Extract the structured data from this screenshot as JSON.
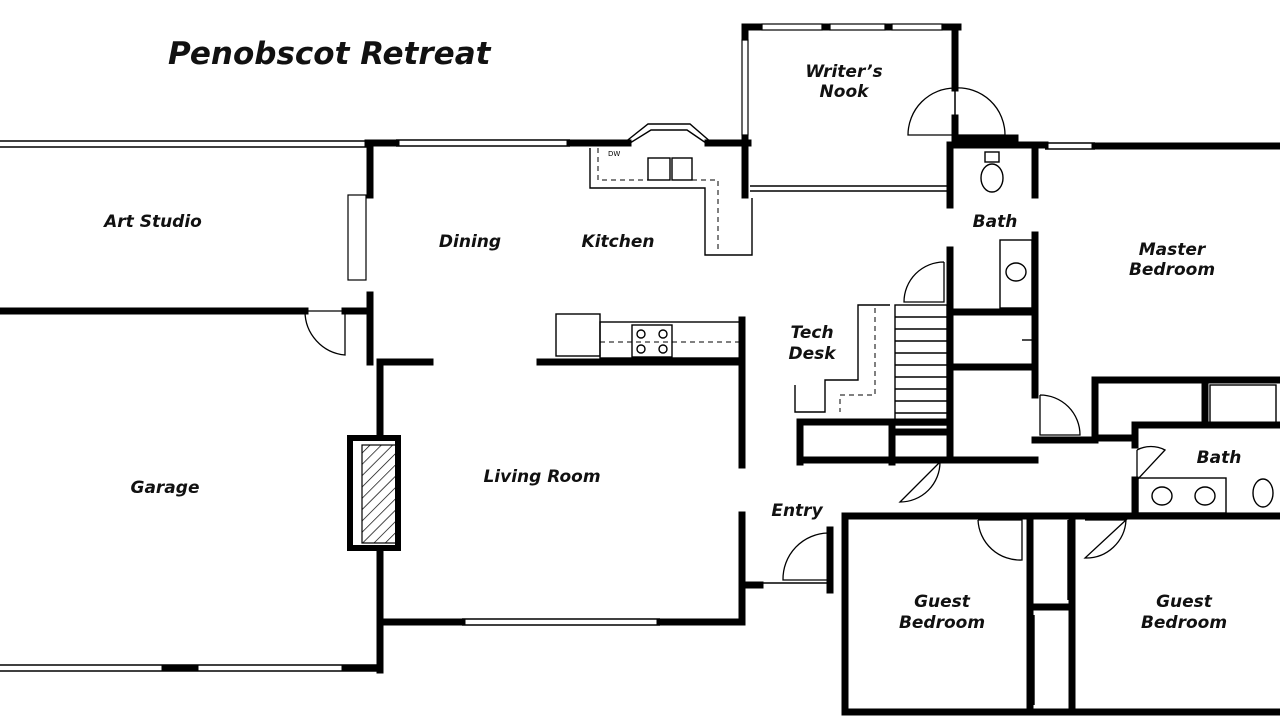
{
  "plan": {
    "title": "Penobscot Retreat",
    "rooms": {
      "art_studio": "Art Studio",
      "dining": "Dining",
      "kitchen": "Kitchen",
      "writers_nook_line1": "Writer’s",
      "writers_nook_line2": "Nook",
      "bath_upper": "Bath",
      "master_bedroom_line1": "Master",
      "master_bedroom_line2": "Bedroom",
      "tech_desk_line1": "Tech",
      "tech_desk_line2": "Desk",
      "garage": "Garage",
      "living_room": "Living Room",
      "entry": "Entry",
      "bath_lower": "Bath",
      "guest_bedroom_1_line1": "Guest",
      "guest_bedroom_1_line2": "Bedroom",
      "guest_bedroom_2_line1": "Guest",
      "guest_bedroom_2_line2": "Bedroom"
    },
    "annotations": {
      "dishwasher": "DW"
    },
    "colors": {
      "wall": "#000000",
      "background": "#ffffff",
      "fireplace_hatch": "#000000"
    }
  }
}
